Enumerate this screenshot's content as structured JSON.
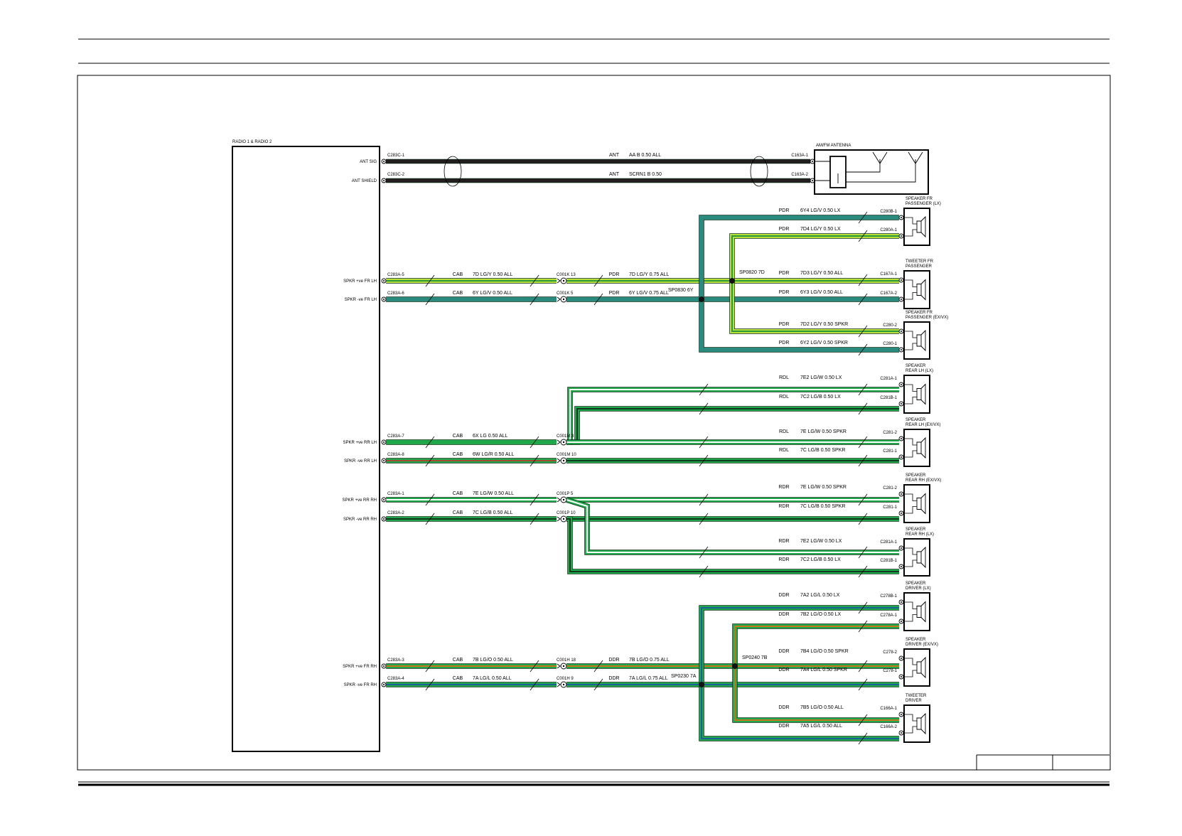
{
  "radio": {
    "title": "RADIO 1 & RADIO 2"
  },
  "radio_pins": [
    {
      "label": "ANT SIG",
      "connector": "C283C-1"
    },
    {
      "label": "ANT SHIELD",
      "connector": "C283C-2"
    },
    {
      "label": "SPKR +ve FR LH",
      "connector": "C283A-5"
    },
    {
      "label": "SPKR -ve FR LH",
      "connector": "C283A-6"
    },
    {
      "label": "SPKR +ve RR LH",
      "connector": "C283A-7"
    },
    {
      "label": "SPKR -ve RR LH",
      "connector": "C283A-8"
    },
    {
      "label": "SPKR +ve RR RH",
      "connector": "C283A-1"
    },
    {
      "label": "SPKR -ve RR RH",
      "connector": "C283A-2"
    },
    {
      "label": "SPKR +ve FR RH",
      "connector": "C283A-3"
    },
    {
      "label": "SPKR -ve FR RH",
      "connector": "C283A-4"
    }
  ],
  "antenna": {
    "title": "AM/FM ANTENNA",
    "pins": [
      "C163A-1",
      "C163A-2"
    ]
  },
  "antenna_wires": [
    {
      "harness": "ANT",
      "circuit": "AA B 0.50 ALL"
    },
    {
      "harness": "ANT",
      "circuit": "SCRN1 B 0.50"
    }
  ],
  "cab_wires": [
    {
      "harness": "CAB",
      "circuit": "7D LG/Y 0.50 ALL",
      "inline": "C001K 13"
    },
    {
      "harness": "CAB",
      "circuit": "6Y LG/V 0.50 ALL",
      "inline": "C001K 5"
    },
    {
      "harness": "CAB",
      "circuit": "6X LG 0.50 ALL",
      "inline": "C001M 3"
    },
    {
      "harness": "CAB",
      "circuit": "6W LG/R 0.50 ALL",
      "inline": "C001M 10"
    },
    {
      "harness": "CAB",
      "circuit": "7E LG/W 0.50 ALL",
      "inline": "C001P 5"
    },
    {
      "harness": "CAB",
      "circuit": "7C LG/B 0.50 ALL",
      "inline": "C001P 10"
    },
    {
      "harness": "CAB",
      "circuit": "7B LG/O 0.50 ALL",
      "inline": "C001H 18"
    },
    {
      "harness": "CAB",
      "circuit": "7A LG/L 0.50 ALL",
      "inline": "C001H 9"
    }
  ],
  "mid_wires": [
    {
      "harness": "PDR",
      "circuit": "7D LG/Y 0.75 ALL"
    },
    {
      "harness": "PDR",
      "circuit": "6Y LG/V 0.75 ALL"
    },
    {
      "harness": "DDR",
      "circuit": "7B LG/O 0.75 ALL"
    },
    {
      "harness": "DDR",
      "circuit": "7A LG/L 0.75 ALL"
    }
  ],
  "splices": [
    "SP0820 7D",
    "SP0830 6Y",
    "SP0240 7B",
    "SP0230 7A"
  ],
  "speakers": [
    {
      "title": "SPEAKER FR PASSENGER (LX)",
      "title1": "SPEAKER FR",
      "title2": "PASSENGER (LX)",
      "wires": [
        {
          "harness": "PDR",
          "circuit": "6Y4 LG/V 0.50 LX",
          "pin": "C280B-1"
        },
        {
          "harness": "PDR",
          "circuit": "7D4 LG/Y 0.50 LX",
          "pin": "C280A-1"
        }
      ]
    },
    {
      "title": "TWEETER FR PASSENGER",
      "title1": "TWEETER FR",
      "title2": "PASSENGER",
      "wires": [
        {
          "harness": "PDR",
          "circuit": "7D3 LG/Y 0.50 ALL",
          "pin": "C167A-1"
        },
        {
          "harness": "PDR",
          "circuit": "6Y3 LG/V 0.50 ALL",
          "pin": "C167A-2"
        }
      ]
    },
    {
      "title": "SPEAKER FR PASSENGER (EX/VX)",
      "title1": "SPEAKER FR",
      "title2": "PASSENGER (EX/VX)",
      "wires": [
        {
          "harness": "PDR",
          "circuit": "7D2 LG/Y 0.50 SPKR",
          "pin": "C280-2"
        },
        {
          "harness": "PDR",
          "circuit": "6Y2 LG/V 0.50 SPKR",
          "pin": "C280-1"
        }
      ]
    },
    {
      "title": "SPEAKER REAR LH (LX)",
      "title1": "SPEAKER",
      "title2": "REAR LH (LX)",
      "wires": [
        {
          "harness": "RDL",
          "circuit": "7E2 LG/W 0.50 LX",
          "pin": "C281A-1"
        },
        {
          "harness": "RDL",
          "circuit": "7C2 LG/B 0.50 LX",
          "pin": "C281B-1"
        }
      ]
    },
    {
      "title": "SPEAKER REAR LH (EX/VX)",
      "title1": "SPEAKER",
      "title2": "REAR LH (EX/VX)",
      "wires": [
        {
          "harness": "RDL",
          "circuit": "7E LG/W 0.50 SPKR",
          "pin": "C281-2"
        },
        {
          "harness": "RDL",
          "circuit": "7C LG/B 0.50 SPKR",
          "pin": "C281-1"
        }
      ]
    },
    {
      "title": "SPEAKER REAR RH (EX/VX)",
      "title1": "SPEAKER",
      "title2": "REAR RH (EX/VX)",
      "wires": [
        {
          "harness": "RDR",
          "circuit": "7E LG/W 0.50 SPKR",
          "pin": "C281-2"
        },
        {
          "harness": "RDR",
          "circuit": "7C LG/B 0.50 SPKR",
          "pin": "C281-1"
        }
      ]
    },
    {
      "title": "SPEAKER REAR RH (LX)",
      "title1": "SPEAKER",
      "title2": "REAR RH (LX)",
      "wires": [
        {
          "harness": "RDR",
          "circuit": "7E2 LG/W 0.50 LX",
          "pin": "C281A-1"
        },
        {
          "harness": "RDR",
          "circuit": "7C2 LG/B 0.50 LX",
          "pin": "C281B-1"
        }
      ]
    },
    {
      "title": "SPEAKER DRIVER (LX)",
      "title1": "SPEAKER",
      "title2": "DRIVER (LX)",
      "wires": [
        {
          "harness": "DDR",
          "circuit": "7A2 LG/L 0.50 LX",
          "pin": "C278B-1"
        },
        {
          "harness": "DDR",
          "circuit": "7B2 LG/O 0.50 LX",
          "pin": "C278A-1"
        }
      ]
    },
    {
      "title": "SPEAKER DRIVER (EX/VX)",
      "title1": "SPEAKER",
      "title2": "DRIVER (EX/VX)",
      "wires": [
        {
          "harness": "DDR",
          "circuit": "7B4 LG/O 0.50 SPKR",
          "pin": "C278-2"
        },
        {
          "harness": "DDR",
          "circuit": "7A4 LG/L 0.50 SPKR",
          "pin": "C278-1"
        }
      ]
    },
    {
      "title": "TWEETER DRIVER",
      "title1": "TWEETER",
      "title2": "DRIVER",
      "wires": [
        {
          "harness": "DDR",
          "circuit": "7B5 LG/O 0.50 ALL",
          "pin": "C166A-1"
        },
        {
          "harness": "DDR",
          "circuit": "7A5 LG/L 0.50 ALL",
          "pin": "C166A-2"
        }
      ]
    }
  ],
  "wire_colors": {
    "black": "#231f20",
    "lg_y": "#b8e03a",
    "lg_y_core": "#2e9a3a",
    "lg_v": "#2a8a7e",
    "lg": "#1fa84a",
    "lg_r_core": "#a34a32",
    "lg_w": "#ffffff",
    "lg_b_core": "#123820",
    "lg_o_core": "#c9771e",
    "lg_l_core": "#1d5f9a"
  }
}
